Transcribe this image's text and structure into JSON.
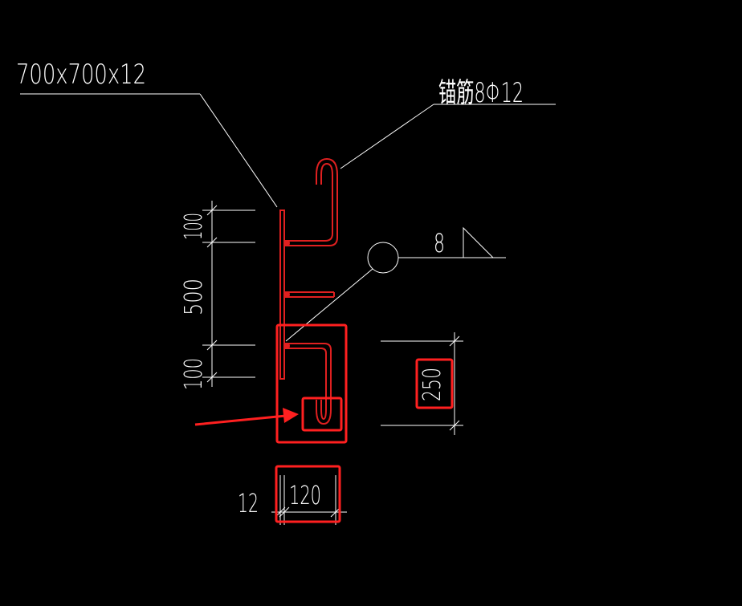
{
  "labels": {
    "plate_spec": "700x700x12",
    "anchor_spec": "锚筋8Φ12",
    "weld_size": "8"
  },
  "dimensions": {
    "vertical_top": "100",
    "vertical_mid": "500",
    "vertical_bottom": "100",
    "hook_height": "250",
    "plate_thickness": "12",
    "anchor_length": "120"
  },
  "colors": {
    "background": "#000000",
    "linework": "#ffffff",
    "rebar": "#e02020",
    "highlight": "#ff2020"
  }
}
